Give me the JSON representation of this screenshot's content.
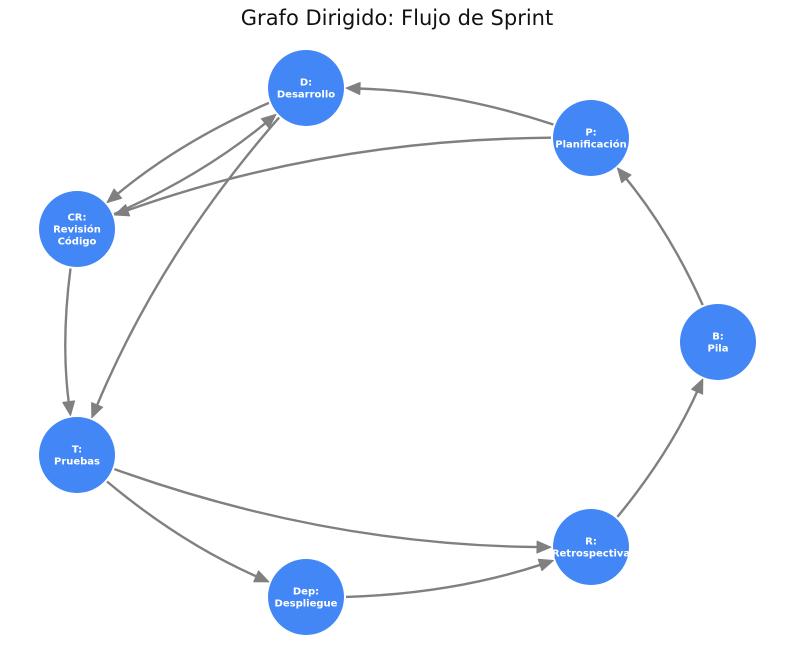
{
  "title": "Grafo Dirigido: Flujo de Sprint",
  "colors": {
    "node": "#4287f5",
    "edge": "#808080",
    "label": "#ffffff"
  },
  "nodes": [
    {
      "id": "D",
      "lines": [
        "D:",
        "Desarrollo"
      ]
    },
    {
      "id": "P",
      "lines": [
        "P:",
        "Planificación"
      ]
    },
    {
      "id": "CR",
      "lines": [
        "CR:",
        "Revisión",
        "Código"
      ]
    },
    {
      "id": "B",
      "lines": [
        "B:",
        "Pila"
      ]
    },
    {
      "id": "T",
      "lines": [
        "T:",
        "Pruebas"
      ]
    },
    {
      "id": "R",
      "lines": [
        "R:",
        "Retrospectiva"
      ]
    },
    {
      "id": "Dep",
      "lines": [
        "Dep:",
        "Despliegue"
      ]
    }
  ],
  "edges": [
    {
      "from": "P",
      "to": "D"
    },
    {
      "from": "P",
      "to": "CR"
    },
    {
      "from": "D",
      "to": "CR"
    },
    {
      "from": "CR",
      "to": "D"
    },
    {
      "from": "D",
      "to": "T"
    },
    {
      "from": "CR",
      "to": "T"
    },
    {
      "from": "T",
      "to": "R"
    },
    {
      "from": "T",
      "to": "Dep"
    },
    {
      "from": "Dep",
      "to": "R"
    },
    {
      "from": "R",
      "to": "B"
    },
    {
      "from": "B",
      "to": "P"
    }
  ]
}
